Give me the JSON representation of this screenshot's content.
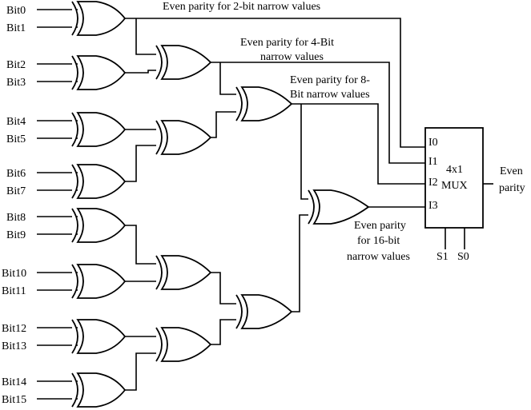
{
  "inputs": [
    "Bit0",
    "Bit1",
    "Bit2",
    "Bit3",
    "Bit4",
    "Bit5",
    "Bit6",
    "Bit7",
    "Bit8",
    "Bit9",
    "Bit10",
    "Bit11",
    "Bit12",
    "Bit13",
    "Bit14",
    "Bit15"
  ],
  "labels": {
    "parity_2bit": "Even parity for 2-bit narrow values",
    "parity_4bit_line1": "Even parity for 4-Bit",
    "parity_4bit_line2": "narrow values",
    "parity_8bit_line1": "Even parity for 8-",
    "parity_8bit_line2": "Bit narrow values",
    "parity_16bit_line1": "Even parity",
    "parity_16bit_line2": "for 16-bit",
    "parity_16bit_line3": "narrow values"
  },
  "mux": {
    "title_line1": "4x1",
    "title_line2": "MUX",
    "inputs": [
      "I0",
      "I1",
      "I2",
      "I3"
    ],
    "selects": [
      "S1",
      "S0"
    ],
    "output_line1": "Even",
    "output_line2": "parity"
  }
}
